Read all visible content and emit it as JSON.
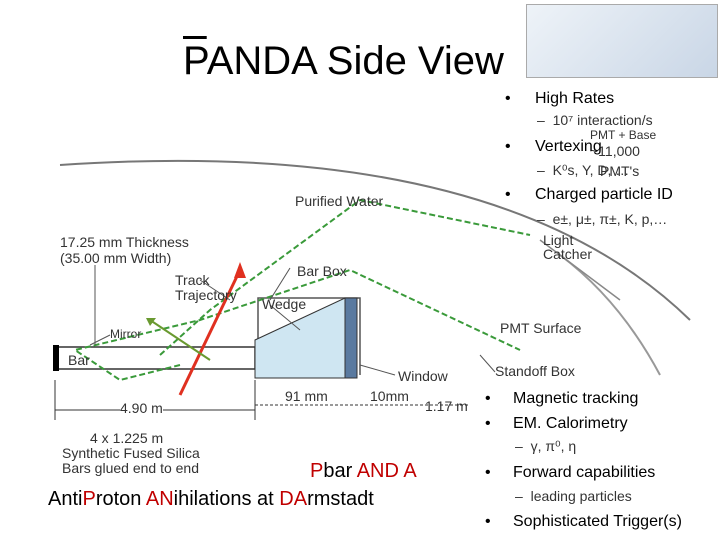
{
  "slide": {
    "title_overlined": "P",
    "title_rest": "ANDA Side View",
    "bullets_top": [
      {
        "text": "High Rates",
        "sub": "10⁷ interaction/s"
      },
      {
        "text": "Vertexing",
        "sub": "K⁰s, Y, D, …"
      },
      {
        "text": "Charged particle ID",
        "sub": "e±, μ±, π±, K, p,…"
      }
    ],
    "bullets_bottom": [
      {
        "text": "Magnetic tracking"
      },
      {
        "text": "EM. Calorimetry",
        "sub": "γ, π⁰, η"
      },
      {
        "text": "Forward capabilities",
        "sub": "leading particles"
      },
      {
        "text": "Sophisticated Trigger(s)"
      }
    ],
    "pbar": {
      "part1": "Pbar ",
      "part2": "AND A"
    },
    "acronym": [
      {
        "t": "Anti",
        "red": false
      },
      {
        "t": "P",
        "red": true
      },
      {
        "t": "roton ",
        "red": false
      },
      {
        "t": "AN",
        "red": true
      },
      {
        "t": "ihilations at ",
        "red": false
      },
      {
        "t": "DA",
        "red": true
      },
      {
        "t": "rmstadt",
        "red": false
      }
    ]
  },
  "diagram": {
    "labels": {
      "pmt_base": "PMT + Base",
      "count": "~11,000",
      "pmts": "PMT's",
      "purified_water": "Purified Water",
      "thickness1": "17.25 mm Thickness",
      "thickness2": "(35.00 mm Width)",
      "track1": "Track",
      "track2": "Trajectory",
      "bar_box": "Bar Box",
      "wedge": "Wedge",
      "light1": "Light",
      "light2": "Catcher",
      "pmt_surface": "PMT Surface",
      "mirror": "Mirror",
      "bar": "Bar",
      "standoff": "Standoff Box",
      "window": "Window",
      "dim_490": "4.90 m",
      "dim_91": "91 mm",
      "dim_10": "10mm",
      "dim_117": "1.17 m",
      "silica1": "4 x 1.225 m",
      "silica2": "Synthetic Fused Silica",
      "silica3": "Bars glued end to end"
    }
  },
  "colors": {
    "accent_red": "#c00000",
    "ray_green": "#3a9a3a",
    "track_red": "#e03020"
  }
}
